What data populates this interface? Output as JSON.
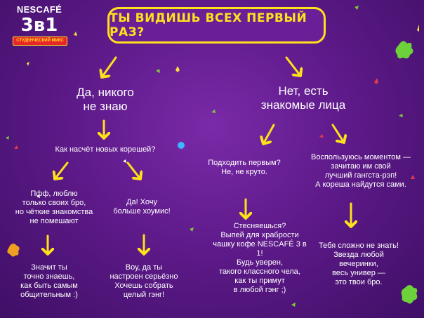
{
  "logo": {
    "brand": "NESCAFÉ",
    "product": "3в1",
    "badge": "СТУДЕНЧЕСКИЙ МИКС"
  },
  "title": "ТЫ ВИДИШЬ ВСЕХ ПЕРВЫЙ РАЗ?",
  "branches": {
    "left": {
      "answer": "Да, никого\nне знаю",
      "question": "Как насчёт новых корешей?",
      "option_a": "Пфф, люблю\nтолько своих бро,\nно чёткие знакомства\nне помешают",
      "option_b": "Да! Хочу\nбольше хоумис!",
      "result_a": "Значит ты\nточно знаешь,\nкак быть самым\nобщительным :)",
      "result_b": "Воу, да ты\nнастроен серьёзно\nХочешь собрать\nцелый гэнг!"
    },
    "right": {
      "answer": "Нет, есть\nзнакомые лица",
      "option_a": "Подходить первым?\nНе, не круто.",
      "option_b": "Воспользуюсь моментом —\nзачитаю им свой\nлучший гангста-рэп!\nА кореша найдутся сами.",
      "result_a": "Стесняешься?\nВыпей для храбрости\nчашку кофе NESCAFÉ 3 в 1!\nБудь уверен,\nтакого классного чела,\nкак ты примут\nв любой гэнг ;)",
      "result_b": "Тебя сложно не знать!\nЗвезда любой\nвечеринки,\nвесь универ —\nэто твои бро."
    }
  },
  "colors": {
    "background": "#5e1a8a",
    "accent": "#ffe11b",
    "text": "#ffffff",
    "badge_red": "#e8262a"
  },
  "icons": [
    "arrow-icon",
    "confetti-icon",
    "splat-icon"
  ]
}
